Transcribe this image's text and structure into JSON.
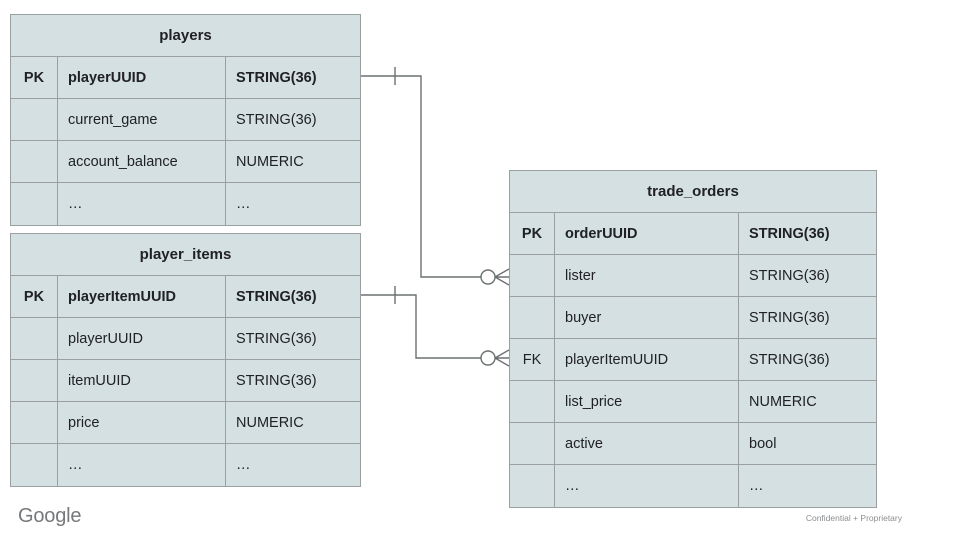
{
  "diagram": {
    "type": "entity-relationship-diagram",
    "background": "#ffffff",
    "table_fill": "#d5e0e3",
    "table_border": "#9aa0a0",
    "connector_color": "#6b7070",
    "tables": [
      {
        "id": "players",
        "title": "players",
        "columns": [
          "key",
          "name",
          "type"
        ],
        "rows": [
          {
            "key": "PK",
            "name": "playerUUID",
            "type": "STRING(36)",
            "emphasis": "pk"
          },
          {
            "key": "",
            "name": "current_game",
            "type": "STRING(36)",
            "emphasis": ""
          },
          {
            "key": "",
            "name": "account_balance",
            "type": "NUMERIC",
            "emphasis": ""
          },
          {
            "key": "",
            "name": "…",
            "type": "…",
            "emphasis": ""
          }
        ]
      },
      {
        "id": "player_items",
        "title": "player_items",
        "columns": [
          "key",
          "name",
          "type"
        ],
        "rows": [
          {
            "key": "PK",
            "name": "playerItemUUID",
            "type": "STRING(36)",
            "emphasis": "pk"
          },
          {
            "key": "",
            "name": "playerUUID",
            "type": "STRING(36)",
            "emphasis": ""
          },
          {
            "key": "",
            "name": "itemUUID",
            "type": "STRING(36)",
            "emphasis": ""
          },
          {
            "key": "",
            "name": "price",
            "type": "NUMERIC",
            "emphasis": ""
          },
          {
            "key": "",
            "name": "…",
            "type": "…",
            "emphasis": ""
          }
        ]
      },
      {
        "id": "trade_orders",
        "title": "trade_orders",
        "columns": [
          "key",
          "name",
          "type"
        ],
        "rows": [
          {
            "key": "PK",
            "name": "orderUUID",
            "type": "STRING(36)",
            "emphasis": "pk"
          },
          {
            "key": "",
            "name": "lister",
            "type": "STRING(36)",
            "emphasis": ""
          },
          {
            "key": "",
            "name": "buyer",
            "type": "STRING(36)",
            "emphasis": ""
          },
          {
            "key": "FK",
            "name": "playerItemUUID",
            "type": "STRING(36)",
            "emphasis": "fk"
          },
          {
            "key": "",
            "name": "list_price",
            "type": "NUMERIC",
            "emphasis": ""
          },
          {
            "key": "",
            "name": "active",
            "type": "bool",
            "emphasis": ""
          },
          {
            "key": "",
            "name": "…",
            "type": "…",
            "emphasis": ""
          }
        ]
      }
    ],
    "relationships": [
      {
        "id": "players-to-trade-orders",
        "from_table": "players",
        "from_field": "playerUUID",
        "to_table": "trade_orders",
        "to_field": "lister",
        "from_cardinality": "one",
        "to_cardinality": "zero-or-many"
      },
      {
        "id": "player-items-to-trade-orders",
        "from_table": "player_items",
        "from_field": "playerItemUUID",
        "to_table": "trade_orders",
        "to_field": "playerItemUUID",
        "from_cardinality": "one",
        "to_cardinality": "zero-or-many"
      }
    ]
  },
  "footer": {
    "logo_text": "Google",
    "note": "Confidential + Proprietary"
  }
}
